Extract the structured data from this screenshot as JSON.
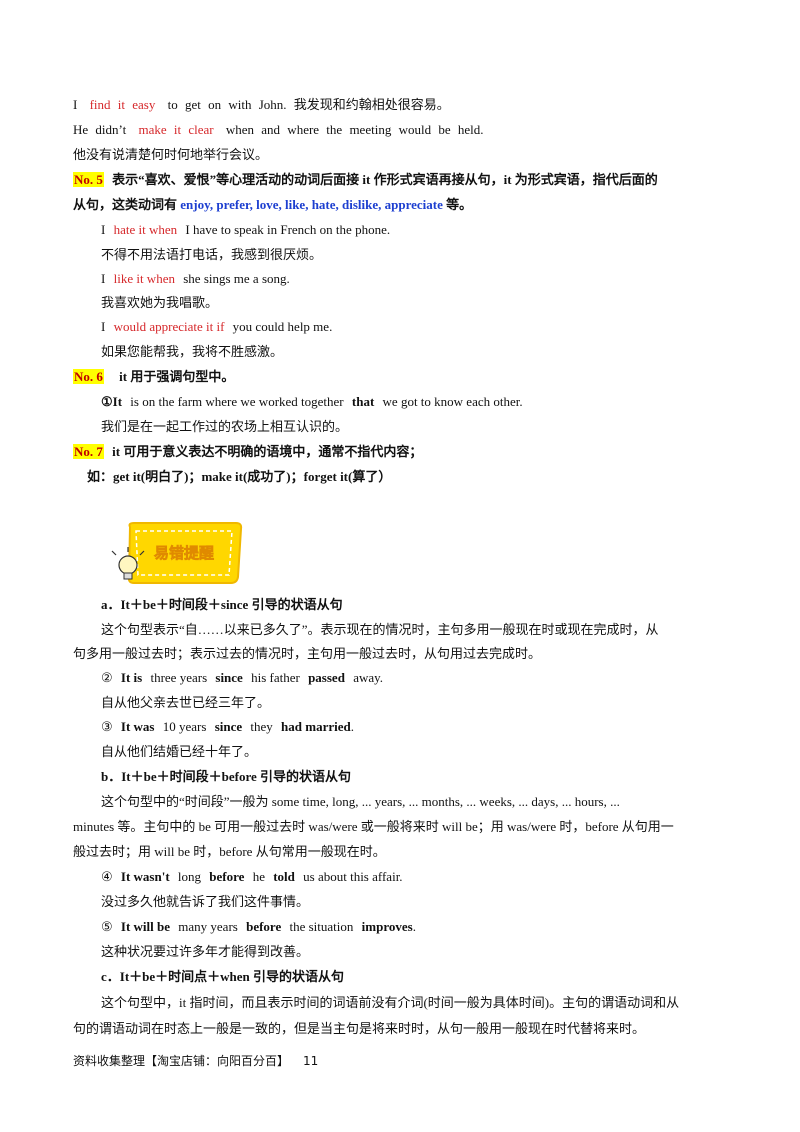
{
  "lines": {
    "l1": {
      "a": "I",
      "b": "find it easy",
      "c": "to get on with John.",
      "d": "我发现和约翰相处很容易。"
    },
    "l2": {
      "a": "He didn’t",
      "b": "make it clear",
      "c": "when and where the meeting would be held."
    },
    "l3": "他没有说清楚何时何地举行会议。",
    "no5": {
      "tag": "No. 5",
      "t1": "表示“喜欢、爱恨”等心理活动的动词后面接 it 作形式宾语再接从句，it 为形式宾语，指代后面的",
      "t2": "从句，这类动词有",
      "verbs": "enjoy, prefer, love, like, hate, dislike, appreciate",
      "t3": "等。"
    },
    "e1": {
      "a": "I",
      "b": "hate it when",
      "c": "I have to speak in French on the phone."
    },
    "e1cn": "不得不用法语打电话，我感到很厌烦。",
    "e2": {
      "a": "I",
      "b": "like it when",
      "c": "she sings me a song."
    },
    "e2cn": "我喜欢她为我唱歌。",
    "e3": {
      "a": "I",
      "b": "would appreciate it if",
      "c": "you could help me."
    },
    "e3cn": "如果您能帮我，我将不胜感激。",
    "no6": {
      "tag": "No. 6",
      "t": "it 用于强调句型中。"
    },
    "e4": {
      "a": "①It",
      "b": "is on the farm where we worked together",
      "c": "that",
      "d": "we got to know each other."
    },
    "e4cn": "我们是在一起工作过的农场上相互认识的。",
    "no7": {
      "tag": "No. 7",
      "t": "it 可用于意义表达不明确的语境中，通常不指代内容；"
    },
    "no7ex": "如：get it(明白了)；make it(成功了)；forget it(算了）",
    "badge_text": "易错提醒",
    "sa": {
      "title": "a．It＋be＋时间段＋since 引导的状语从句",
      "p1": "这个句型表示“自……以来已多久了”。表示现在的情况时，主句多用一般现在时或现在完成时，从",
      "p2": "句多用一般过去时；表示过去的情况时，主句用一般过去时，从句用过去完成时。",
      "ex1": {
        "n": "②",
        "a": "It is",
        "b": "three years",
        "c": "since",
        "d": "his father",
        "e": "passed",
        "f": "away."
      },
      "ex1cn": "自从他父亲去世已经三年了。",
      "ex2": {
        "n": "③",
        "a": "It was",
        "b": "10 years",
        "c": "since",
        "d": "they",
        "e": "had married",
        "f": "."
      },
      "ex2cn": "自从他们结婚已经十年了。"
    },
    "sb": {
      "title": "b．It＋be＋时间段＋before 引导的状语从句",
      "p1": "这个句型中的“时间段”一般为 some time, long,   ... years,   ... months,   ... weeks,   ... days,   ... hours,   ...",
      "p2": "minutes 等。主句中的 be 可用一般过去时 was/were 或一般将来时 will be；用 was/were 时，before 从句用一",
      "p3": "般过去时；用 will be 时，before 从句常用一般现在时。",
      "ex1": {
        "n": "④",
        "a": "It wasn't",
        "b": "long",
        "c": "before",
        "d": "he",
        "e": "told",
        "f": "us about this affair."
      },
      "ex1cn": "没过多久他就告诉了我们这件事情。",
      "ex2": {
        "n": "⑤",
        "a": "It will be",
        "b": "many years",
        "c": "before",
        "d": "the situation",
        "e": "improves",
        "f": "."
      },
      "ex2cn": "这种状况要过许多年才能得到改善。"
    },
    "sc": {
      "title": "c．It＋be＋时间点＋when 引导的状语从句",
      "p1": "这个句型中，it 指时间，而且表示时间的词语前没有介词(时间一般为具体时间)。主句的谓语动词和从",
      "p2": "句的谓语动词在时态上一般是一致的，但是当主句是将来时时，从句一般用一般现在时代替将来时。"
    }
  },
  "footer": {
    "text": "资料收集整理【淘宝店铺：向阳百分百】",
    "page": "11"
  },
  "colors": {
    "red": "#d6282b",
    "blue": "#1d3fd0",
    "highlight": "#ffff00",
    "badge": "#ffd700"
  }
}
